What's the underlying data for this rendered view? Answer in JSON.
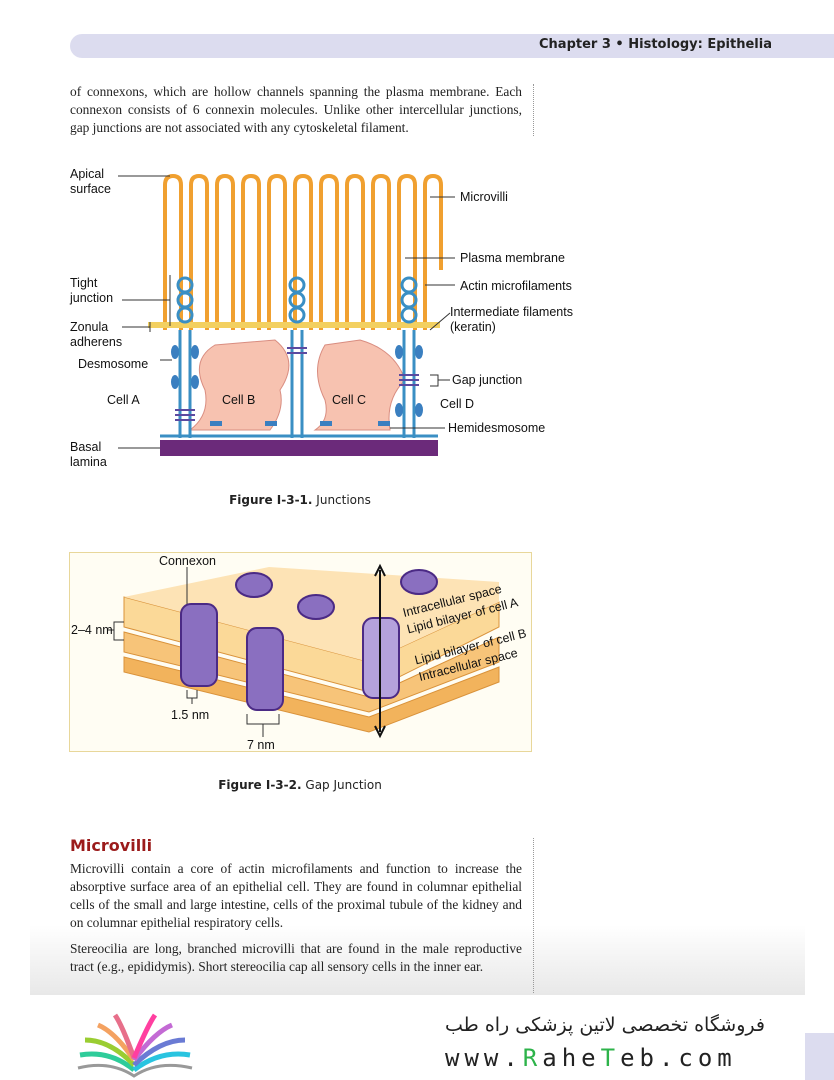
{
  "header": {
    "running_head": "Chapter 3 • Histology: Epithelia"
  },
  "intro_paragraph": "of connexons, which are hollow channels spanning the plasma membrane. Each connexon consists of 6 connexin molecules. Unlike other intercellular junctions, gap junctions are not associated with any cytoskeletal filament.",
  "figure1": {
    "caption_number": "Figure I-3-1.",
    "caption_title": "Junctions",
    "labels": {
      "apical1": "Apical",
      "apical2": "surface",
      "microvilli": "Microvilli",
      "plasma": "Plasma membrane",
      "tight1": "Tight",
      "tight2": "junction",
      "actin": "Actin microfilaments",
      "inter1": "Intermediate filaments",
      "inter2": "(keratin)",
      "zonula1": "Zonula",
      "zonula2": "adherens",
      "desmosome": "Desmosome",
      "cellA": "Cell A",
      "cellB": "Cell B",
      "cellC": "Cell C",
      "cellD": "Cell D",
      "gap": "Gap junction",
      "hemi": "Hemidesmosome",
      "basal1": "Basal",
      "basal2": "lamina"
    }
  },
  "figure2": {
    "caption_number": "Figure I-3-2.",
    "caption_title": "Gap Junction",
    "labels": {
      "connexon": "Connexon",
      "gap_width": "2–4 nm",
      "pore": "1.5 nm",
      "diameter": "7 nm",
      "intra_a": "Intracellular space",
      "bilayer_a": "Lipid bilayer of cell A",
      "bilayer_b": "Lipid bilayer of cell B",
      "intra_b": "Intracellular space"
    }
  },
  "section": {
    "heading": "Microvilli",
    "paragraph1": "Microvilli contain a core of actin microfilaments and function to increase the absorptive surface area of an epithelial cell. They are found in columnar epithelial cells of the small and large intestine, cells of the proximal tubule of the kidney and on columnar epithelial respiratory cells.",
    "paragraph2": "Stereocilia are long, branched microvilli that are found in the male reproductive tract (e.g., epididymis). Short stereocilia cap all sensory cells in the inner ear."
  },
  "footer": {
    "persian": "فروشگاه تخصصی لاتین پزشکی  راه طب",
    "url_pre": "www.",
    "url_r": "R",
    "url_mid": "ahe",
    "url_t": "T",
    "url_post": "eb.com"
  },
  "colors": {
    "accent": "#9b1b1b",
    "header_band": "#dcdcef",
    "membrane": "#f0a030",
    "cell": "#f7c2b0",
    "basal": "#6b2a7a",
    "connexon": "#8a6fc0"
  }
}
